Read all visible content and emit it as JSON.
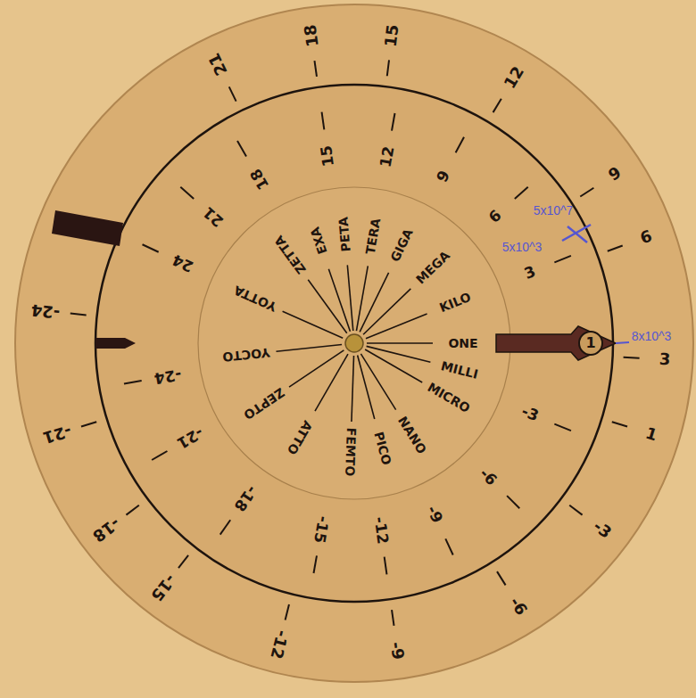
{
  "diagram": {
    "labels": [
      "ONE",
      "KILO",
      "MEGA",
      "GIGA",
      "TERA",
      "PETA",
      "EXA",
      "ZETTA",
      "YOTTA",
      "YOCTO",
      "ZEPTO",
      "ATTO",
      "FEMTO",
      "PICO",
      "NANO",
      "MICRO",
      "MILLI",
      "3",
      "6",
      "9",
      "12",
      "15",
      "18",
      "21",
      "24",
      "-3",
      "-6",
      "-9",
      "-12",
      "-15",
      "-18",
      "-21",
      "-24",
      "3",
      "6",
      "9",
      "12",
      "15",
      "18",
      "21",
      "1",
      "-3",
      "-6",
      "-9",
      "-12",
      "-15",
      "-18",
      "-21",
      "-24",
      "5x10^7",
      "5x10^3",
      "8x10^3",
      "1"
    ]
  }
}
